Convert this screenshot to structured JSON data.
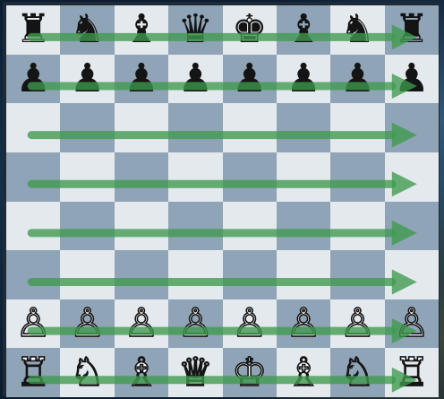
{
  "board": {
    "rows": [
      [
        "♜",
        "♞",
        "♝",
        "♛",
        "♚",
        "♝",
        "♞",
        "♜"
      ],
      [
        "♟",
        "♟",
        "♟",
        "♟",
        "♟",
        "♟",
        "♟",
        "♟"
      ],
      [
        "",
        "",
        "",
        "",
        "",
        "",
        "",
        ""
      ],
      [
        "",
        "",
        "",
        "",
        "",
        "",
        "",
        ""
      ],
      [
        "",
        "",
        "",
        "",
        "",
        "",
        "",
        ""
      ],
      [
        "",
        "",
        "",
        "",
        "",
        "",
        "",
        ""
      ],
      [
        "♙",
        "♙",
        "♙",
        "♙",
        "♙",
        "♙",
        "♙",
        "♙"
      ],
      [
        "♖",
        "♘",
        "♗",
        "♕",
        "♔",
        "♗",
        "♘",
        "♖"
      ]
    ],
    "piece_colors": [
      [
        "black",
        "black",
        "black",
        "black",
        "black",
        "black",
        "black",
        "black"
      ],
      [
        "black",
        "black",
        "black",
        "black",
        "black",
        "black",
        "black",
        "black"
      ],
      [
        "",
        "",
        "",
        "",
        "",
        "",
        "",
        ""
      ],
      [
        "",
        "",
        "",
        "",
        "",
        "",
        "",
        ""
      ],
      [
        "",
        "",
        "",
        "",
        "",
        "",
        "",
        ""
      ],
      [
        "",
        "",
        "",
        "",
        "",
        "",
        "",
        ""
      ],
      [
        "white",
        "white",
        "white",
        "white",
        "white",
        "white",
        "white",
        "white"
      ],
      [
        "white",
        "white",
        "white",
        "white",
        "white",
        "white",
        "white",
        "white"
      ]
    ],
    "light_square_color": "#e4e9ee",
    "dark_square_color": "#8fa4b6"
  },
  "arrows": {
    "color": "#3f9a4e",
    "moves": [
      {
        "from": "a8",
        "to": "h8"
      },
      {
        "from": "a7",
        "to": "h7"
      },
      {
        "from": "a6",
        "to": "h6"
      },
      {
        "from": "a5",
        "to": "h5"
      },
      {
        "from": "a4",
        "to": "h4"
      },
      {
        "from": "a3",
        "to": "h3"
      },
      {
        "from": "a2",
        "to": "h2"
      },
      {
        "from": "a1",
        "to": "h1"
      }
    ]
  }
}
